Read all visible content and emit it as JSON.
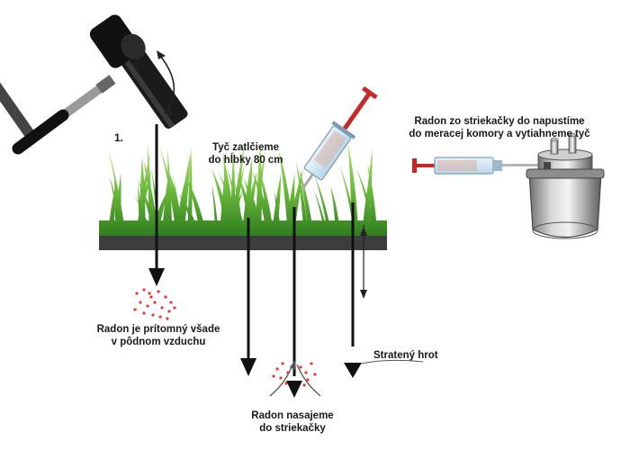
{
  "diagram": {
    "step_number": "1.",
    "label_rod": {
      "line1": "Tyč zatlčieme",
      "line2": "do hĺbky 80 cm"
    },
    "label_radon_everywhere": {
      "line1": "Radon je prítomný všade",
      "line2": "v pôdnom vzduchu"
    },
    "label_suck": {
      "line1": "Radon nasajeme",
      "line2": "do striekačky"
    },
    "label_lost_tip": "Stratený hrot",
    "label_inject": {
      "line1": "Radon zo striekačky do napustíme",
      "line2": "do meracej komory a vytiahneme tyč"
    }
  },
  "colors": {
    "grass_light": "#8fd14f",
    "grass_dark": "#2f7d1f",
    "soil": "#3d3d3d",
    "radon_dots": "#e53935",
    "syringe_plunger": "#c62828",
    "chamber_metal": "#9e9e9e",
    "rod": "#111111"
  },
  "icons": [
    "hammer-icon",
    "curved-arrow-icon",
    "syringe-icon",
    "measuring-chamber-icon"
  ]
}
